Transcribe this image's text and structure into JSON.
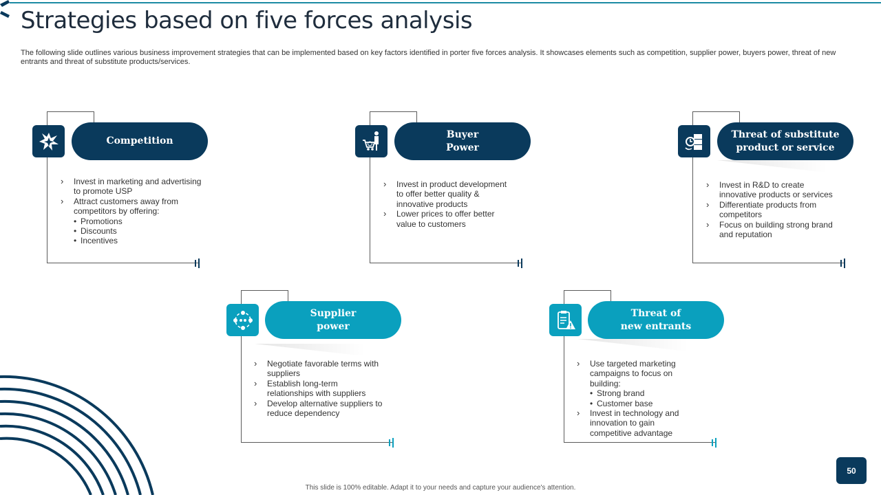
{
  "slide": {
    "title": "Strategies based on five forces analysis",
    "subtitle": "The following slide outlines various business improvement strategies that can be implemented based on key factors identified in porter five forces analysis. It showcases elements such as competition, supplier power, buyers power, threat of new entrants and threat of substitute products/services.",
    "page_number": "50",
    "footer": "This slide is 100% editable. Adapt it to your needs and capture your audience's attention."
  },
  "colors": {
    "dark": "#0a3a5c",
    "teal": "#0aa0be",
    "line": "#5a5a5a"
  },
  "cards": [
    {
      "heading": [
        "Competition"
      ],
      "icon": "competition-burst-icon",
      "bullets": [
        {
          "text": "Invest in marketing and advertising to promote USP",
          "sub": []
        },
        {
          "text": "Attract  customers away from competitors by offering:",
          "sub": [
            "Promotions",
            "Discounts",
            "Incentives"
          ]
        }
      ]
    },
    {
      "heading": [
        "Buyer",
        "Power"
      ],
      "icon": "shopper-cart-icon",
      "bullets": [
        {
          "text": "Invest in product development to offer better quality & innovative products",
          "sub": []
        },
        {
          "text": "Lower prices to offer better value to customers",
          "sub": []
        }
      ]
    },
    {
      "heading": [
        "Threat of substitute",
        "product or service"
      ],
      "icon": "substitute-products-icon",
      "bullets": [
        {
          "text": "Invest in R&D to create innovative products or services",
          "sub": []
        },
        {
          "text": "Differentiate products from competitors",
          "sub": []
        },
        {
          "text": "Focus on building strong brand and reputation",
          "sub": []
        }
      ]
    },
    {
      "heading": [
        "Supplier",
        "power"
      ],
      "icon": "supplier-network-icon",
      "bullets": [
        {
          "text": "Negotiate favorable terms with suppliers",
          "sub": []
        },
        {
          "text": "Establish long-term relationships with suppliers",
          "sub": []
        },
        {
          "text": "Develop alternative suppliers to reduce dependency",
          "sub": []
        }
      ]
    },
    {
      "heading": [
        "Threat of",
        "new entrants"
      ],
      "icon": "checklist-warning-icon",
      "bullets": [
        {
          "text": "Use targeted marketing campaigns to focus on building:",
          "sub": [
            "Strong brand",
            "Customer base"
          ]
        },
        {
          "text": "Invest in technology and innovation to gain competitive advantage",
          "sub": []
        }
      ]
    }
  ]
}
